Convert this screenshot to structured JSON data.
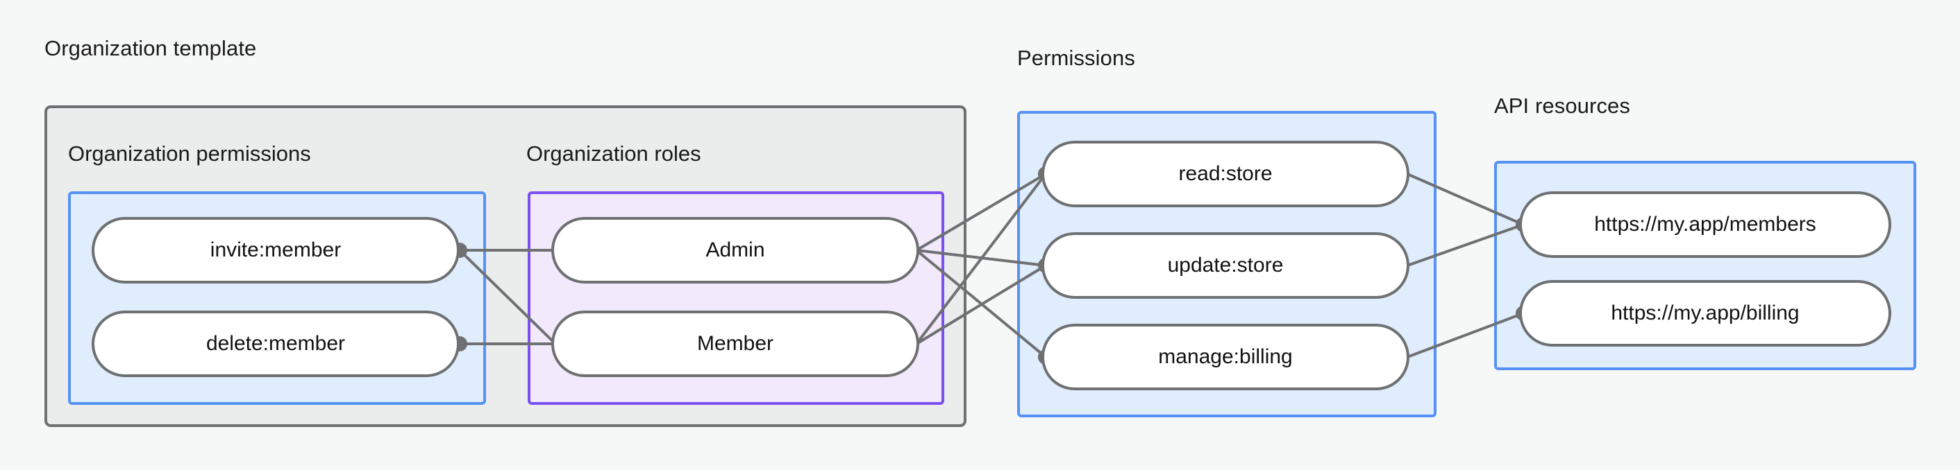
{
  "diagram": {
    "title_groups": [
      {
        "id": "organization-template",
        "label": "Organization template"
      },
      {
        "id": "permissions",
        "label": "Permissions"
      },
      {
        "id": "api-resources",
        "label": "API resources"
      }
    ],
    "sections": [
      {
        "id": "organization-permissions",
        "label": "Organization permissions"
      },
      {
        "id": "organization-roles",
        "label": "Organization roles"
      }
    ],
    "nodes": {
      "org_permissions": [
        {
          "id": "invite-member",
          "label": "invite:member"
        },
        {
          "id": "delete-member",
          "label": "delete:member"
        }
      ],
      "org_roles": [
        {
          "id": "admin",
          "label": "Admin"
        },
        {
          "id": "member",
          "label": "Member"
        }
      ],
      "permissions": [
        {
          "id": "read-store",
          "label": "read:store"
        },
        {
          "id": "update-store",
          "label": "update:store"
        },
        {
          "id": "manage-billing",
          "label": "manage:billing"
        }
      ],
      "api_resources": [
        {
          "id": "members-resource",
          "label": "https://my.app/members"
        },
        {
          "id": "billing-resource",
          "label": "https://my.app/billing"
        }
      ]
    },
    "edges": [
      {
        "from": "invite-member",
        "to": "admin"
      },
      {
        "from": "invite-member",
        "to": "member"
      },
      {
        "from": "delete-member",
        "to": "member"
      },
      {
        "from": "admin",
        "to": "read-store"
      },
      {
        "from": "admin",
        "to": "update-store"
      },
      {
        "from": "admin",
        "to": "manage-billing"
      },
      {
        "from": "member",
        "to": "read-store"
      },
      {
        "from": "member",
        "to": "update-store"
      },
      {
        "from": "read-store",
        "to": "members-resource"
      },
      {
        "from": "update-store",
        "to": "members-resource"
      },
      {
        "from": "manage-billing",
        "to": "billing-resource"
      }
    ],
    "colors": {
      "canvas": "#f6f7f7",
      "container_border": "#6e7072",
      "container_fill": "#ebecec",
      "blue_border": "#5692f5",
      "blue_fill": "#e0edfd",
      "purple_border": "#7b4ff0",
      "purple_fill": "#f3e9fd",
      "node_fill": "#ffffff",
      "node_border": "#6e7072",
      "edge": "#6e7072",
      "text": "#111111"
    }
  }
}
